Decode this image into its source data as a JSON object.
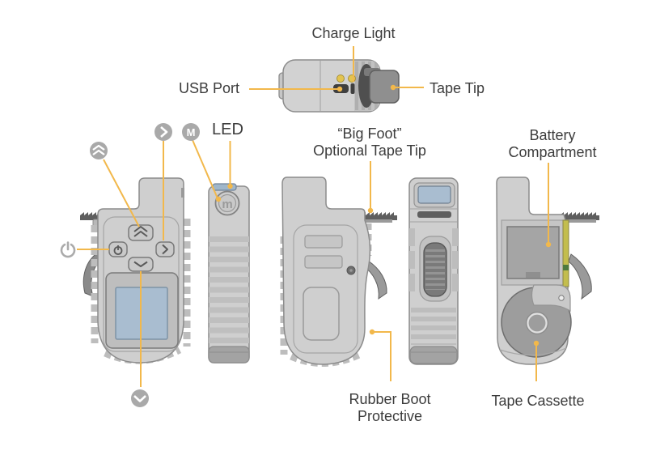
{
  "diagram": {
    "labels": {
      "charge_light": "Charge Light",
      "usb_port": "USB Port",
      "tape_tip": "Tape Tip",
      "led": "LED",
      "big_foot_1": "“Big Foot”",
      "big_foot_2": "Optional Tape Tip",
      "battery_1": "Battery",
      "battery_2": "Compartment",
      "rubber_boot_1": "Rubber Boot",
      "rubber_boot_2": "Protective",
      "tape_cassette": "Tape Cassette"
    },
    "icons": {
      "mode": "M",
      "brand": "m"
    },
    "colors": {
      "callout": "#F2B84B",
      "label_text": "#3C3C3C",
      "screen_blue": "#A9BDD0",
      "charge_light_yellow": "#E3C44F",
      "tape_strip_yellow": "#C3BD4D",
      "icon_circle_gray": "#A9A9A9"
    }
  }
}
